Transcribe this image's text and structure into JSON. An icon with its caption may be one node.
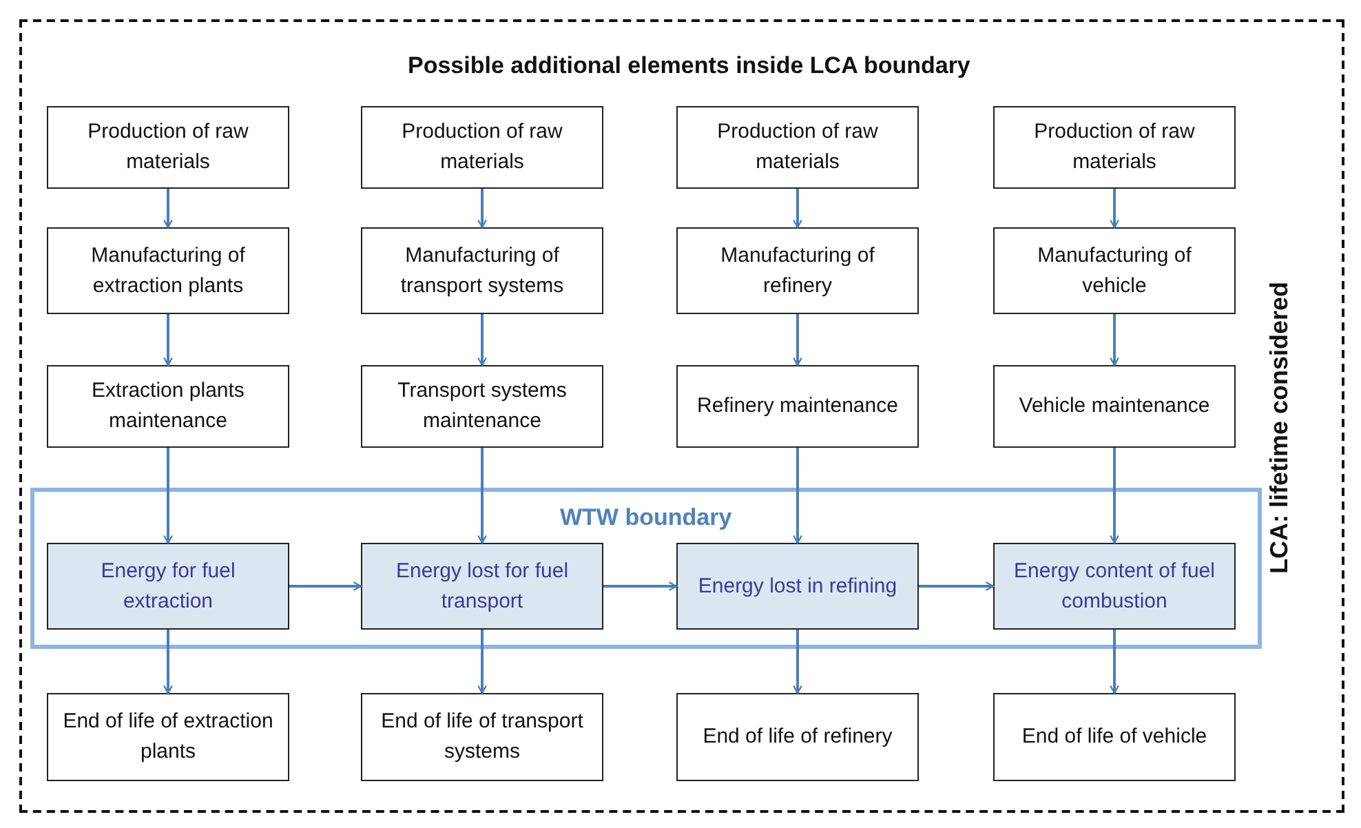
{
  "diagram": {
    "title": "Possible additional elements inside LCA boundary",
    "nodes": [
      {
        "text": [
          "LCA: lifetime considered"
        ]
      },
      {
        "text": [
          "Production of raw materials"
        ],
        "in": 0
      },
      {
        "text": [
          "Production of raw materials"
        ],
        "in": 0
      },
      {
        "text": [
          "Production of raw materials"
        ],
        "in": 0
      },
      {
        "text": [
          "Production of raw materials"
        ],
        "in": 0
      },
      {
        "text": [
          "Manufacturing of extraction plants"
        ],
        "in": 0
      },
      {
        "text": [
          "Manufacturing of transport systems"
        ],
        "in": 0
      },
      {
        "text": [
          "Manufacturing of refinery"
        ],
        "in": 0
      },
      {
        "text": [
          "Manufacturing of vehicle"
        ],
        "in": 0
      },
      {
        "text": [
          "Extraction plants maintenance"
        ],
        "in": 0
      },
      {
        "text": [
          "Transport systems maintenance"
        ],
        "in": 0
      },
      {
        "text": [
          "Refinery maintenance"
        ],
        "in": 0
      },
      {
        "text": [
          "Vehicle maintenance"
        ],
        "in": 0
      },
      {
        "text": [
          "WTW boundary"
        ],
        "in": 0
      },
      {
        "text": [
          "Energy for fuel extraction"
        ],
        "in": 13
      },
      {
        "text": [
          "Energy lost for fuel transport"
        ],
        "in": 13
      },
      {
        "text": [
          "Energy lost in refining"
        ],
        "in": 13
      },
      {
        "text": [
          "Energy content of fuel combustion"
        ],
        "in": 13
      },
      {
        "text": [
          "End of life of extraction plants"
        ],
        "in": 0
      },
      {
        "text": [
          "End of life of transport systems"
        ],
        "in": 0
      },
      {
        "text": [
          "End of life of refinery"
        ],
        "in": 0
      },
      {
        "text": [
          "End of life of vehicle"
        ],
        "in": 0
      }
    ],
    "edges": [
      {
        "from": 1,
        "to": 5,
        "arrow": "to"
      },
      {
        "from": 2,
        "to": 6,
        "arrow": "to"
      },
      {
        "from": 3,
        "to": 7,
        "arrow": "to"
      },
      {
        "from": 4,
        "to": 8,
        "arrow": "to"
      },
      {
        "from": 5,
        "to": 9,
        "arrow": "to"
      },
      {
        "from": 6,
        "to": 10,
        "arrow": "to"
      },
      {
        "from": 7,
        "to": 11,
        "arrow": "to"
      },
      {
        "from": 8,
        "to": 12,
        "arrow": "to"
      },
      {
        "from": 9,
        "to": 14,
        "arrow": "to"
      },
      {
        "from": 10,
        "to": 15,
        "arrow": "to"
      },
      {
        "from": 11,
        "to": 16,
        "arrow": "to"
      },
      {
        "from": 12,
        "to": 17,
        "arrow": "to"
      },
      {
        "from": 14,
        "to": 15,
        "arrow": "to"
      },
      {
        "from": 15,
        "to": 16,
        "arrow": "to"
      },
      {
        "from": 16,
        "to": 17,
        "arrow": "to"
      },
      {
        "from": 14,
        "to": 18,
        "arrow": "to"
      },
      {
        "from": 15,
        "to": 19,
        "arrow": "to"
      },
      {
        "from": 16,
        "to": 20,
        "arrow": "to"
      },
      {
        "from": 17,
        "to": 21,
        "arrow": "to"
      }
    ]
  }
}
